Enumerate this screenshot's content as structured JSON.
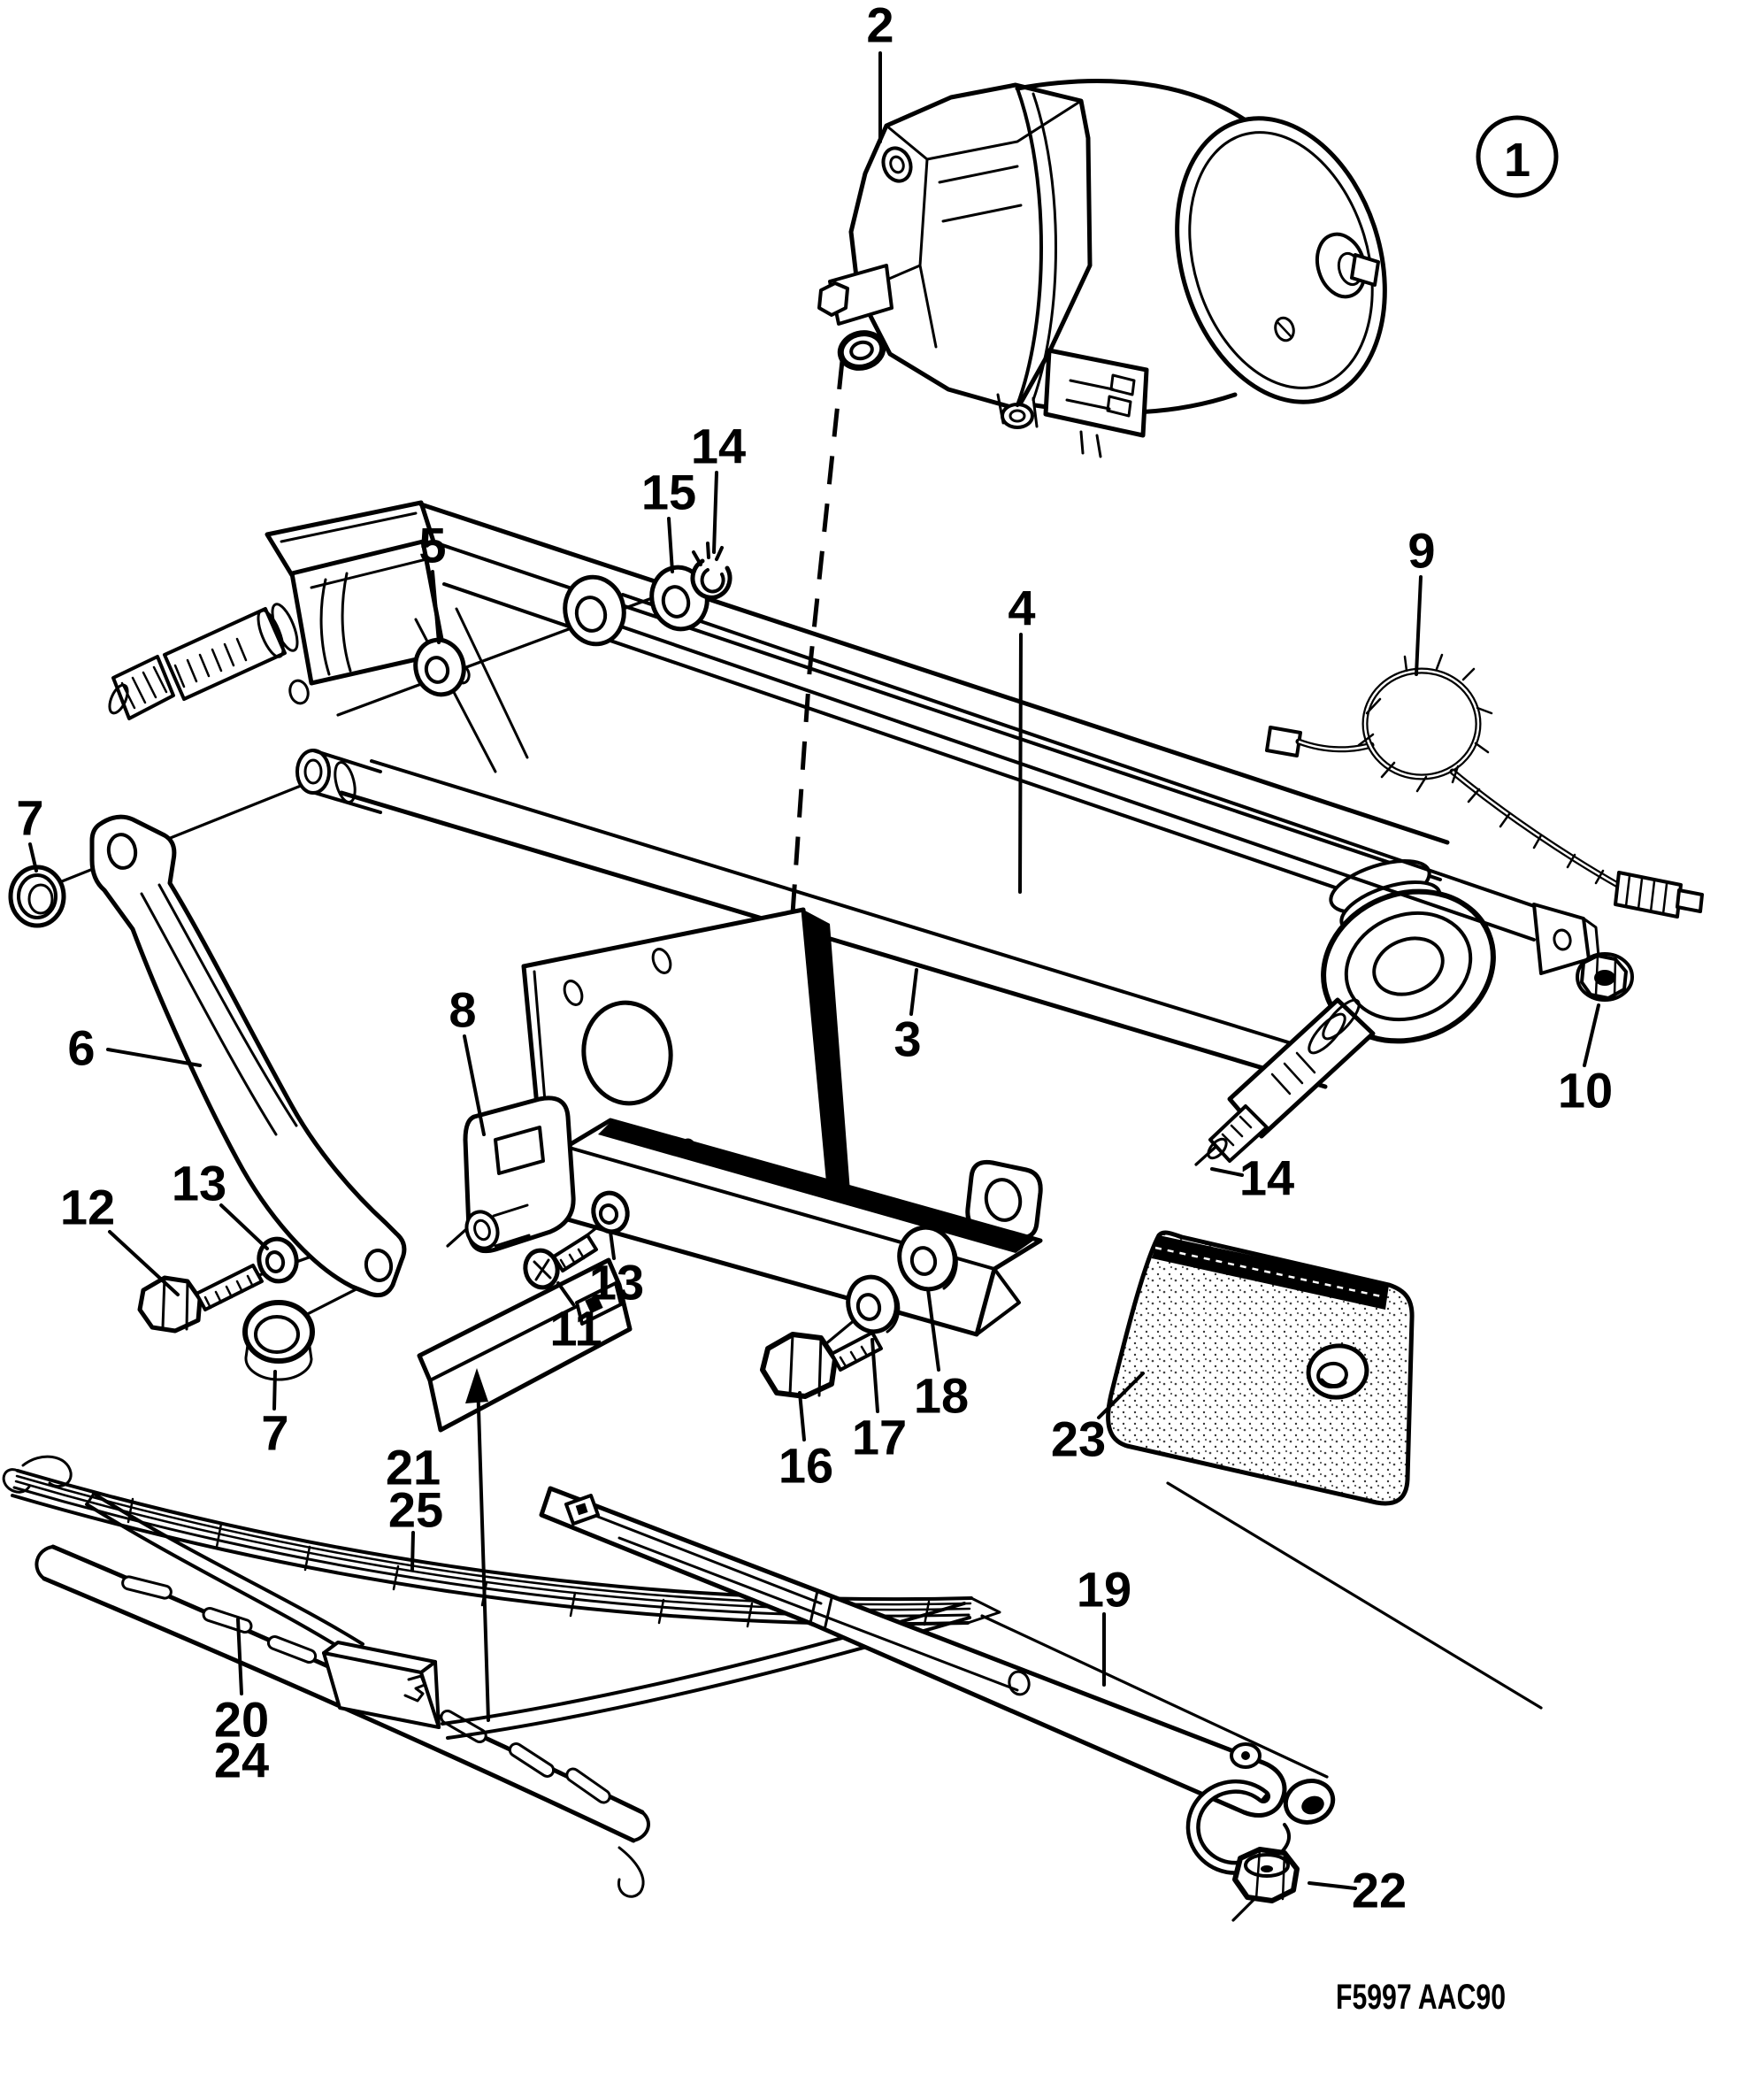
{
  "figure": {
    "type": "exploded-parts-diagram",
    "subject": "windshield wiper motor and linkage",
    "reference_code": "F5997 AAC90",
    "ink_color": "#000000",
    "background_color": "#ffffff"
  },
  "callouts": [
    {
      "id": "motor",
      "label": "2"
    },
    {
      "id": "assembly-circled",
      "label": "1"
    },
    {
      "id": "lock-washer-top",
      "label": "14"
    },
    {
      "id": "washer-top",
      "label": "15"
    },
    {
      "id": "washer-left",
      "label": "5"
    },
    {
      "id": "link-rod",
      "label": "4"
    },
    {
      "id": "cable",
      "label": "9"
    },
    {
      "id": "grommet-upper",
      "label": "7"
    },
    {
      "id": "support-bracket",
      "label": "6"
    },
    {
      "id": "mount-bracket",
      "label": "8"
    },
    {
      "id": "linkage-frame",
      "label": "3"
    },
    {
      "id": "nut-right",
      "label": "10"
    },
    {
      "id": "lock-washer-right",
      "label": "14"
    },
    {
      "id": "bolt-left",
      "label": "12"
    },
    {
      "id": "washer-left-pair",
      "label": "13"
    },
    {
      "id": "screw-center",
      "label": "11"
    },
    {
      "id": "washer-center",
      "label": "13"
    },
    {
      "id": "bolt-center",
      "label": "16"
    },
    {
      "id": "washer-cup-small",
      "label": "17"
    },
    {
      "id": "washer-cup-large",
      "label": "18"
    },
    {
      "id": "cover-pad",
      "label": "23"
    },
    {
      "id": "wiper-arm",
      "label": "19"
    },
    {
      "id": "grommet-lower",
      "label": "7"
    },
    {
      "id": "blade-rubber-a",
      "label": "21"
    },
    {
      "id": "blade-rubber-b",
      "label": "25"
    },
    {
      "id": "blade-frame-a",
      "label": "20"
    },
    {
      "id": "blade-frame-b",
      "label": "24"
    },
    {
      "id": "nut-arm",
      "label": "22"
    }
  ]
}
